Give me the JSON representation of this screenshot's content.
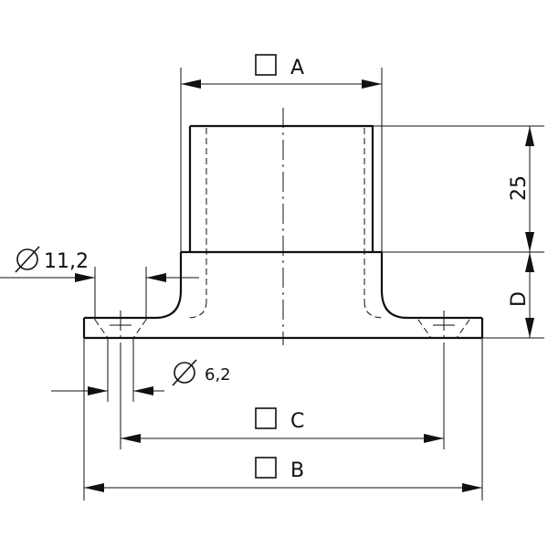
{
  "dimensions": {
    "width_top": "A",
    "width_base": "B",
    "hole_spacing": "C",
    "flange_height": "D",
    "upper_height": "25",
    "counterbore_diameter": "11,2",
    "hole_diameter": "6,2"
  },
  "symbols": {
    "diameter": "diameter-symbol",
    "box": "basic-dimension-box"
  }
}
